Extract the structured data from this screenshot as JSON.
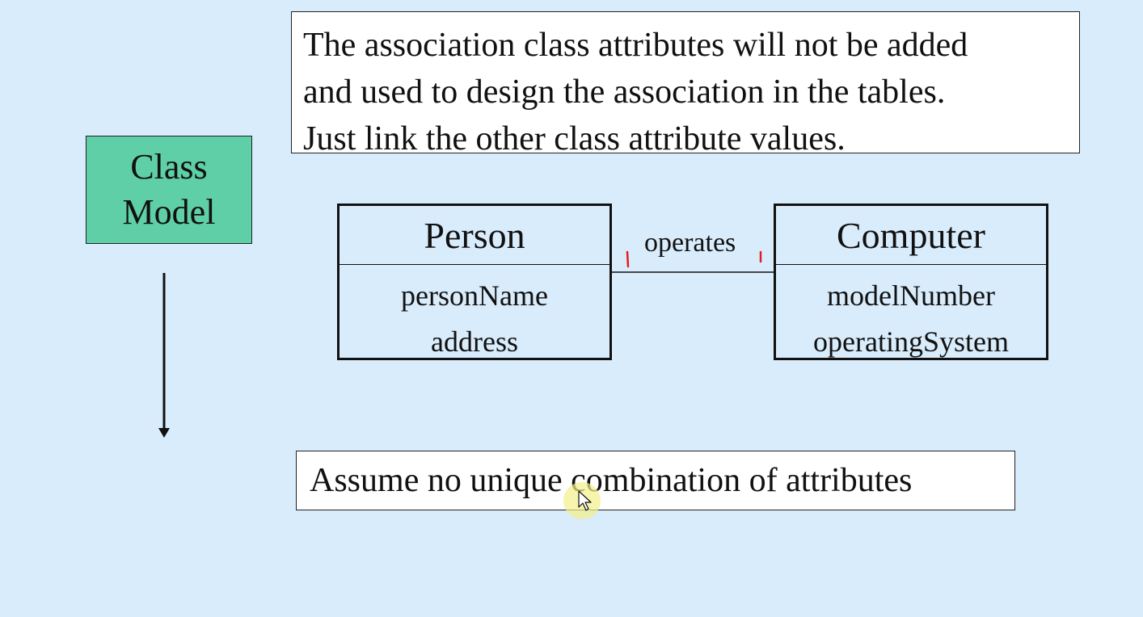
{
  "note": {
    "lines": [
      "The association class attributes will not be added",
      "and used to design the association in the tables.",
      "Just link the other class attribute values."
    ]
  },
  "class_model": {
    "lines": [
      "Class",
      "Model"
    ]
  },
  "person": {
    "name": "Person",
    "attributes": [
      "personName",
      "address"
    ]
  },
  "computer": {
    "name": "Computer",
    "attributes": [
      "modelNumber",
      "operatingSystem"
    ]
  },
  "association": {
    "label": "operates"
  },
  "assumption": {
    "text": "Assume no unique combination of attributes"
  },
  "colors": {
    "background": "#d9ecfb",
    "class_model_fill": "#5fcfa8",
    "annotation_red": "#e02020",
    "cursor_highlight": "#f4f08a"
  }
}
